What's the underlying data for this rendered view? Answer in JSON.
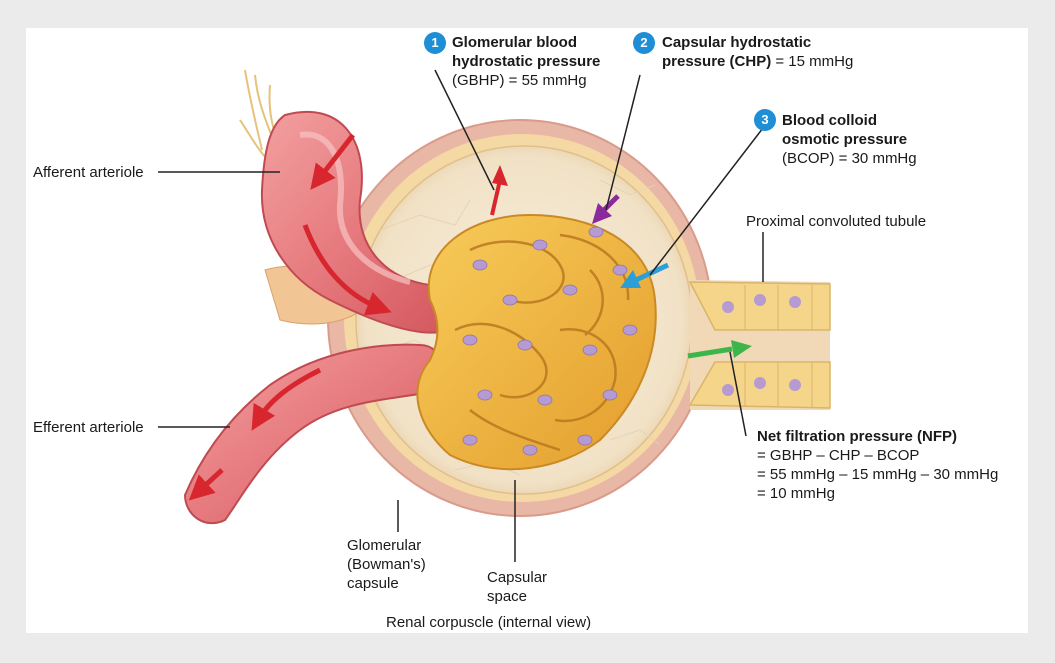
{
  "labels": {
    "afferent": "Afferent arteriole",
    "efferent": "Efferent arteriole",
    "capsule": [
      "Glomerular",
      "(Bowman's)",
      "capsule"
    ],
    "space": [
      "Capsular",
      "space"
    ],
    "pct": "Proximal convoluted tubule",
    "caption": "Renal corpuscle (internal view)"
  },
  "pressures": [
    {
      "number": "1",
      "name_lines": [
        "Glomerular blood",
        "hydrostatic pressure"
      ],
      "value_line": "(GBHP) = 55 mmHg",
      "arrow_color": "#d7262e"
    },
    {
      "number": "2",
      "name_lines": [
        "Capsular hydrostatic",
        "pressure (CHP)"
      ],
      "value_inline": " = 15 mmHg",
      "arrow_color": "#8a2a9c"
    },
    {
      "number": "3",
      "name_lines": [
        "Blood colloid",
        "osmotic pressure"
      ],
      "value_line": "(BCOP) = 30 mmHg",
      "arrow_color": "#2a9fd8"
    }
  ],
  "nfp": {
    "title": "Net filtration pressure (NFP)",
    "lines": [
      "= GBHP – CHP – BCOP",
      "= 55 mmHg – 15 mmHg – 30 mmHg",
      "= 10 mmHg"
    ],
    "arrow_color": "#3cb54a"
  }
}
